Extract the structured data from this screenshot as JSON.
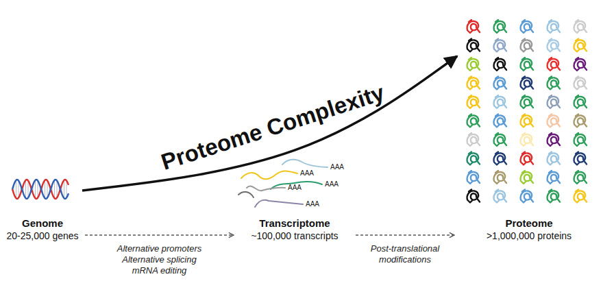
{
  "diagram": {
    "nodes": [
      {
        "text": [
          "Genome",
          "20-25,000 genes"
        ]
      },
      {
        "text": [
          "Transcriptome",
          "~100,000 transcripts"
        ]
      },
      {
        "text": [
          "Proteome",
          ">1,000,000 proteins"
        ]
      }
    ],
    "edges": [
      {
        "from": 0,
        "to": 1,
        "label": "Alternative promoters Alternative splicing mRNA editing",
        "arrow": "to"
      },
      {
        "from": 1,
        "to": 2,
        "label": "Post-translational modifications",
        "arrow": "to"
      },
      {
        "from": 0,
        "to": 2,
        "label": "Proteome Complexity",
        "arrow": "to"
      }
    ],
    "labels": [
      "AAA",
      "AAA",
      "AAA",
      "AAA",
      "AAA"
    ]
  }
}
